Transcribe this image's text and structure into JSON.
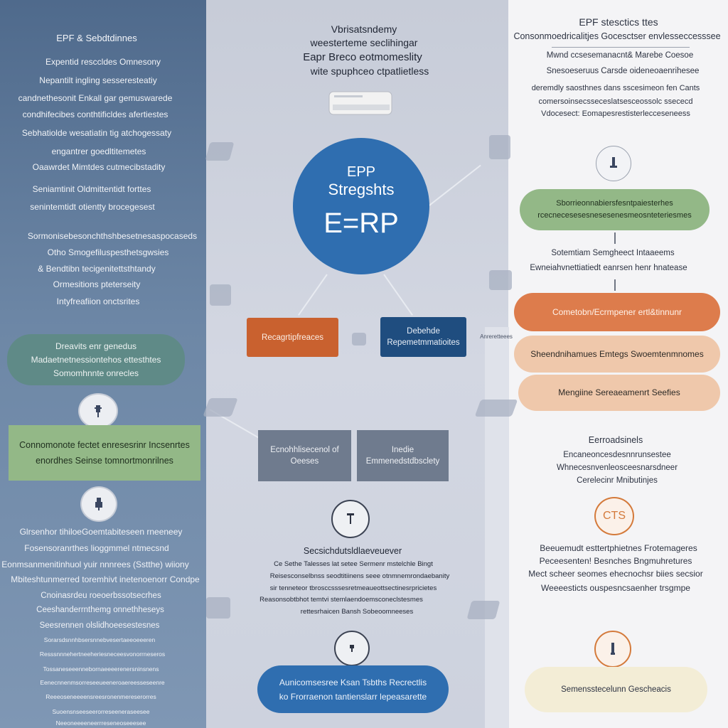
{
  "left": {
    "heading": "EPF & Sebdtdinnes",
    "lines": [
      "Expentid resccldes Omnesony",
      "Nepantilt ingling sesseresteatiy",
      "candnethesonit Enkall gar gemuswarede",
      "condhifecibes conthtificldes afertiestes",
      "Sebhatiolde wesatiatin tig atchogessaty",
      "engantrer goedltitemetes",
      "Oaawrdet Mimtdes cutmecibstadity",
      "Seniamtinit Oldmittentidt forttes",
      "senintemtidt otientty brocegesest",
      "Sormonisebesonchthshbesetnesaspocaseds",
      "Otho Smogefiluspesthetsgwsies",
      "& Bendtibn tecigenitettsthtandy",
      "Ormesitions pteterseity",
      "Intyfreafiion onctsrites"
    ],
    "pill1": [
      "Dreavits enr genedus",
      "Madaetnetnessiontehos ettesthtes",
      "Somomhnnte onrecles"
    ],
    "pill2": [
      "Connomonote fectet enresesrinr Incsenrtes",
      "enordhes Seinse tomnortmonrilnes"
    ],
    "bottom_lines": [
      "Glrsenhor tihiloeGoemtabiteseen rneeneey",
      "Fosensoranrthes lioggmmel ntmecsnd",
      "Eonmsanmenitinhuol yuir nnnrees (Sstthe) wiiony",
      "Mbiteshtunmerred toremhivt inetenoenorr Condpe",
      "Cnoinasrdeu roeoerbssotsecrhes",
      "Ceeshanderrnthemg onnethheseys",
      "Seesrennen olslidhoeesestesnes",
      "Sorarsdsnnhbsersnnebvesertaeeoeeeren",
      "Resssnnnehertneeheriesneceesvonorrneseros",
      "Tossaneseeennebornaeeeerenersninsnens",
      "Eenecnnenmsorreseeueeneroaereesseseenre",
      "Reeeoseneeeensreesronenmereserorres",
      "Suoensnseeseerorreseeneraseesee",
      "Neeoneeeeneerrreseneoseeesee"
    ]
  },
  "middle": {
    "title_lines": [
      "Vbrisatsndemy",
      "weesterteme seclihingar",
      "Eapr Breco eotmomeslity",
      "wite spuphceo ctpatlietless"
    ],
    "center_small": "EPP",
    "center_mid": "Stregshts",
    "center_big": "E=RP",
    "box_left": "Recagrtipfreaces",
    "box_right": [
      "Debehde",
      "Repemetmmatioites"
    ],
    "gbox_left": [
      "Ecnohhlisecenol of",
      "Oeeses"
    ],
    "gbox_right": [
      "Inedie",
      "Emmenedstdbsclety"
    ],
    "mid_label": "Secsichdutsldlaeveuever",
    "mid_lines": [
      "Ce Sethe Talesses lat setee Sermenr mstelchle Bingt",
      "Reisesconselbnss seodtitiinens seee otnmnemrondaebanity",
      "sir tenneteor tbrosccsssesretmeaueottsectinesrpricietes",
      "Reasonsobtbhot temtvi stemlaendoemsconeclstesmes",
      "rettesrhaicen Bansh Sobeoomneeses"
    ],
    "bottom_pill": [
      "Aunicomsesree Ksan Tsbths Recrectlis",
      "ko Frorraenon tantienslarr lepeasarette"
    ],
    "side_note": "Anreretteees"
  },
  "right": {
    "title": "EPF stesctics ttes",
    "subtitle": "Consonmoedricalitjes Gocesctser envlesseccesssee",
    "lines1": [
      "Mwnd ccsesemanacnt& Marebe Coesoe",
      "Snesoeseruus Carsde oideneoaenrihesee"
    ],
    "lines2": [
      "deremdly saosthnes dans sscesimeon fen Cants",
      "comersoinsecsseceslatsesceossolc ssececd",
      "Vdocesect: Eomapesrestisterlecceseneess"
    ],
    "green_pill": [
      "Sborrieonnabiersfesntpaiesterhes",
      "rcecnecesesesnesesenesmeosnteteriesmes"
    ],
    "after_green": [
      "Sotemtiam Semgheect Intaaeems",
      "Ewneiahvnettiatiedt eanrsen henr hnatease"
    ],
    "orange_pill": "Cometobn/Ecrmpener ertl&tinnunr",
    "peach_pill1": "Sheendnihamues Emtegs Swoemtenmnomes",
    "peach_pill2": "Mengiine Sereaeamenrt Seefies",
    "section_title": "Eerroadsinels",
    "section_lines": [
      "Encaneoncesdesnnrunsestee",
      "Whnecesnvenleosceesnarsdneer",
      "Cerelecinr Mnibutinjes"
    ],
    "cts_label": "CTS",
    "lower_lines": [
      "Beeuemudt esttertphietnes Frotemageres",
      "Peceesenten! Besnches Bngmuhretures",
      "Mect scheer seomes ehecnochsr biies secsior",
      "Weeeesticts ouspesncsaenher trsgmpe"
    ],
    "bottom_pill": "Semensstecelunn Gescheacis"
  },
  "colors": {
    "left_bg": "#5b7596",
    "mid_bg": "#cfd4df",
    "right_bg": "#f4f4f6",
    "blue": "#2f6eb0",
    "orange": "#c9612f",
    "navy": "#1f4d7f",
    "green": "#8eb37e",
    "teal": "#5f8a87",
    "peach": "#efc8ab",
    "grey_box": "#6f7b8e"
  },
  "icons": [
    "laptop-icon",
    "pin-icon",
    "robot-icon",
    "lamp-icon",
    "circle-node-icon"
  ]
}
